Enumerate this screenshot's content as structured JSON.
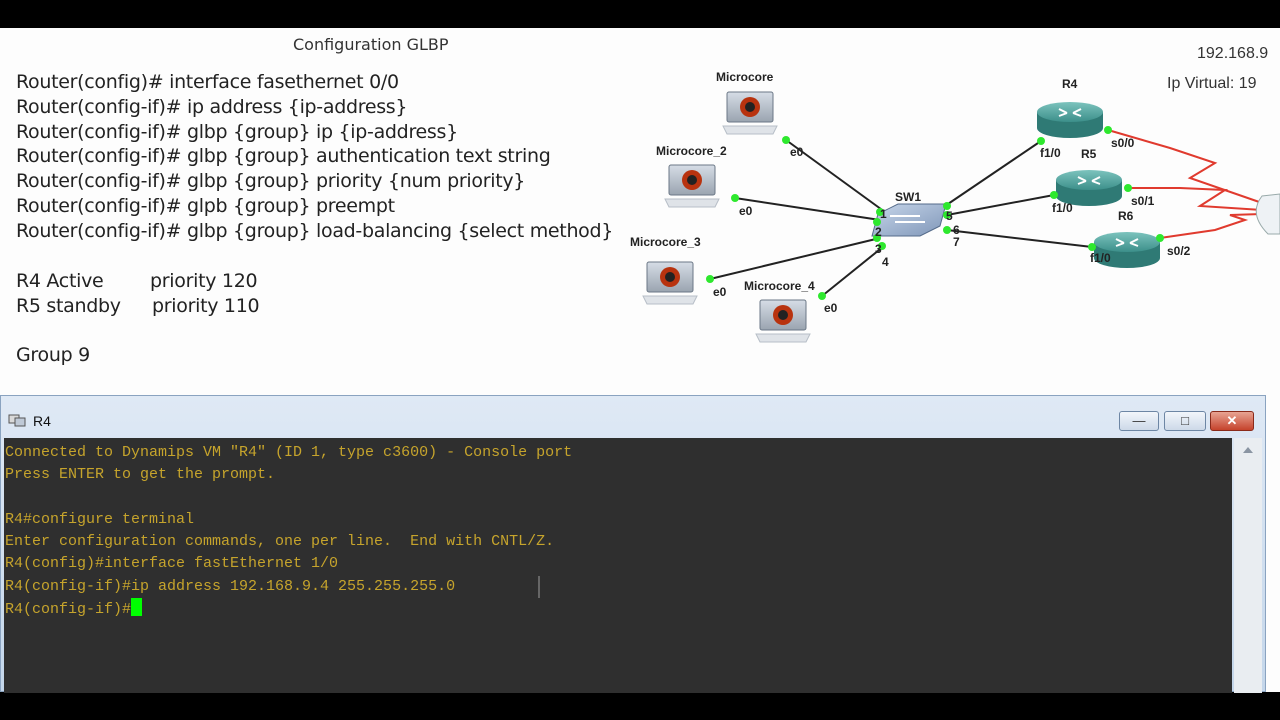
{
  "slide": {
    "title": "Configuration GLBP",
    "ip_header": "192.168.9",
    "ip_virtual": "Ip Virtual: 19",
    "commands": [
      "Router(config)# interface fasethernet 0/0",
      "Router(config-if)# ip address {ip-address}",
      "Router(config-if)# glbp {group} ip {ip-address}",
      "Router(config-if)# glbp {group} authentication text string",
      "Router(config-if)# glbp {group} priority {num priority}",
      "Router(config-if)# glpb {group} preempt",
      "Router(config-if)# glbp {group} load-balancing {select method}"
    ],
    "roles": [
      {
        "name": "R4 Active",
        "priority": "priority 120"
      },
      {
        "name": "R5 standby",
        "priority": "priority 110"
      }
    ],
    "group": "Group 9"
  },
  "topology": {
    "hosts": [
      "Microcore",
      "Microcore_2",
      "Microcore_3",
      "Microcore_4"
    ],
    "switch": "SW1",
    "routers": [
      "R4",
      "R5",
      "R6"
    ],
    "ports": {
      "host_e0": "e0",
      "sw_1": "1",
      "sw_2": "2",
      "sw_3": "3",
      "sw_4": "4",
      "sw_5": "5",
      "sw_6": "6",
      "sw_7": "7",
      "r4_f": "f1/0",
      "r4_s": "s0/0",
      "r5_f": "f1/0",
      "r5_s": "s0/1",
      "r6_f": "f1/0",
      "r6_s": "s0/2"
    },
    "colors": {
      "router": "#3c8f8a",
      "serial_link": "#e03a2e",
      "port_dot": "#2ee82e",
      "link": "#222222"
    }
  },
  "console": {
    "window_title": "R4",
    "lines": [
      "Connected to Dynamips VM \"R4\" (ID 1, type c3600) - Console port",
      "Press ENTER to get the prompt.",
      "",
      "R4#configure terminal",
      "Enter configuration commands, one per line.  End with CNTL/Z.",
      "R4(config)#interface fastEthernet 1/0",
      "R4(config-if)#ip address 192.168.9.4 255.255.255.0"
    ],
    "prompt": "R4(config-if)#",
    "text_color": "#c6a42c",
    "background": "#2f2f2f",
    "cursor_color": "#00ff00"
  }
}
